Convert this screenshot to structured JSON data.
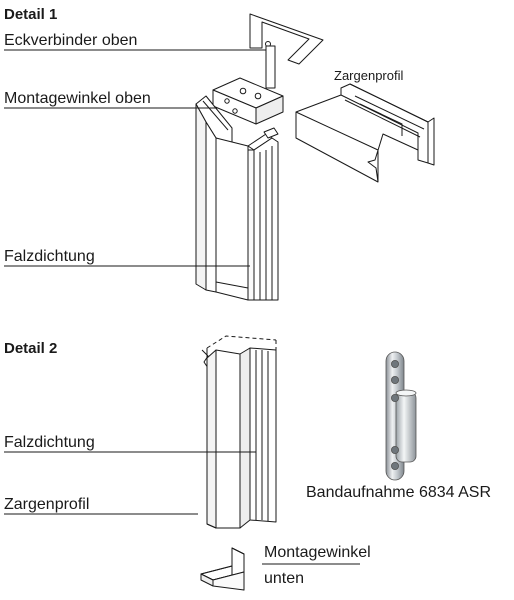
{
  "detail1": {
    "heading": "Detail 1",
    "labels": {
      "eckverbinder": "Eckverbinder oben",
      "montagewinkel": "Montagewinkel oben",
      "zargenprofil": "Zargenprofil",
      "falzdichtung": "Falzdichtung"
    }
  },
  "detail2": {
    "heading": "Detail 2",
    "labels": {
      "falzdichtung": "Falzdichtung",
      "zargenprofil": "Zargenprofil",
      "bandaufnahme": "Bandaufnahme 6834 ASR",
      "montagewinkel_line1": "Montagewinkel",
      "montagewinkel_line2": "unten"
    }
  },
  "colors": {
    "line": "#1a1a1a",
    "metal_light": "#e4e7ea",
    "metal_mid": "#b6bcc2",
    "metal_dark": "#7f868c"
  }
}
